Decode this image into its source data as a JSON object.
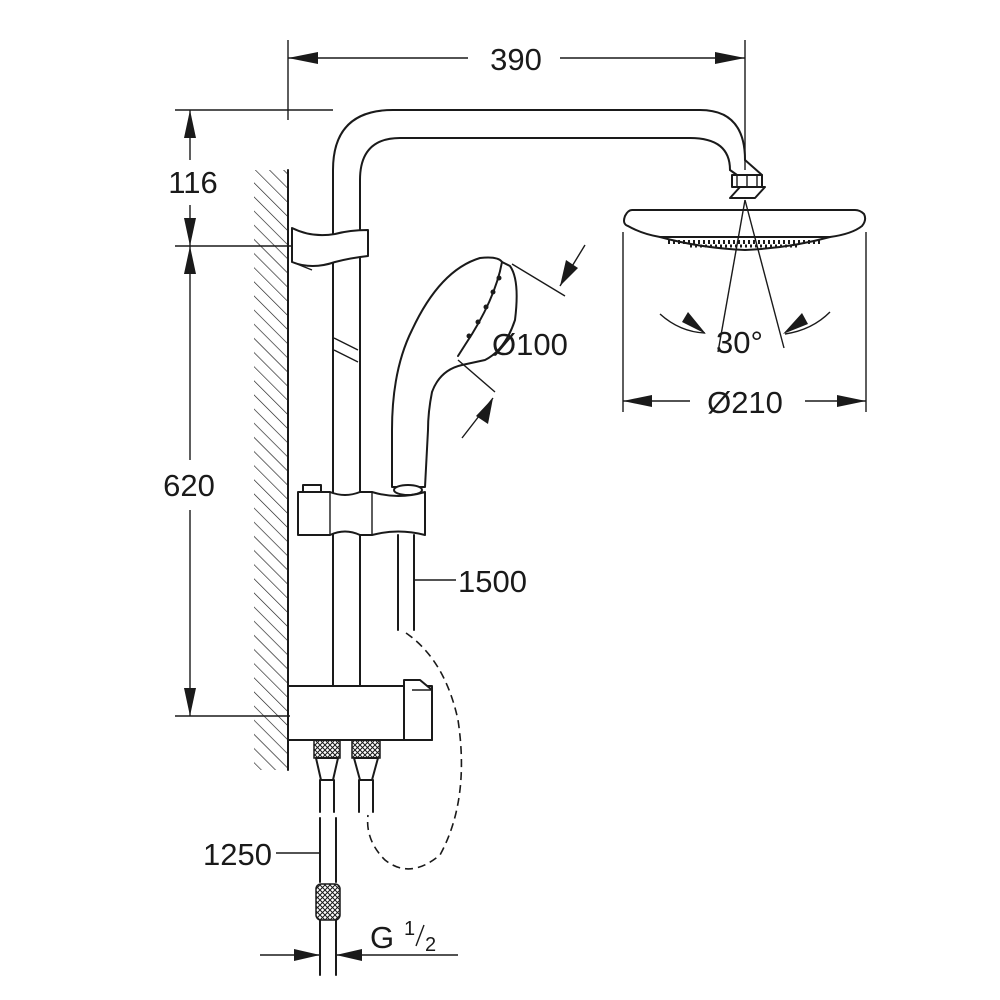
{
  "dimensions": {
    "arm_reach": "390",
    "top_height": "116",
    "rail_height": "620",
    "hand_shower_diameter": "Ø100",
    "tilt_angle": "30°",
    "head_diameter": "Ø210",
    "shower_hose_length": "1500",
    "supply_hose_length": "1250",
    "thread_label": "G",
    "thread_numerator": "1",
    "thread_denominator": "2"
  }
}
